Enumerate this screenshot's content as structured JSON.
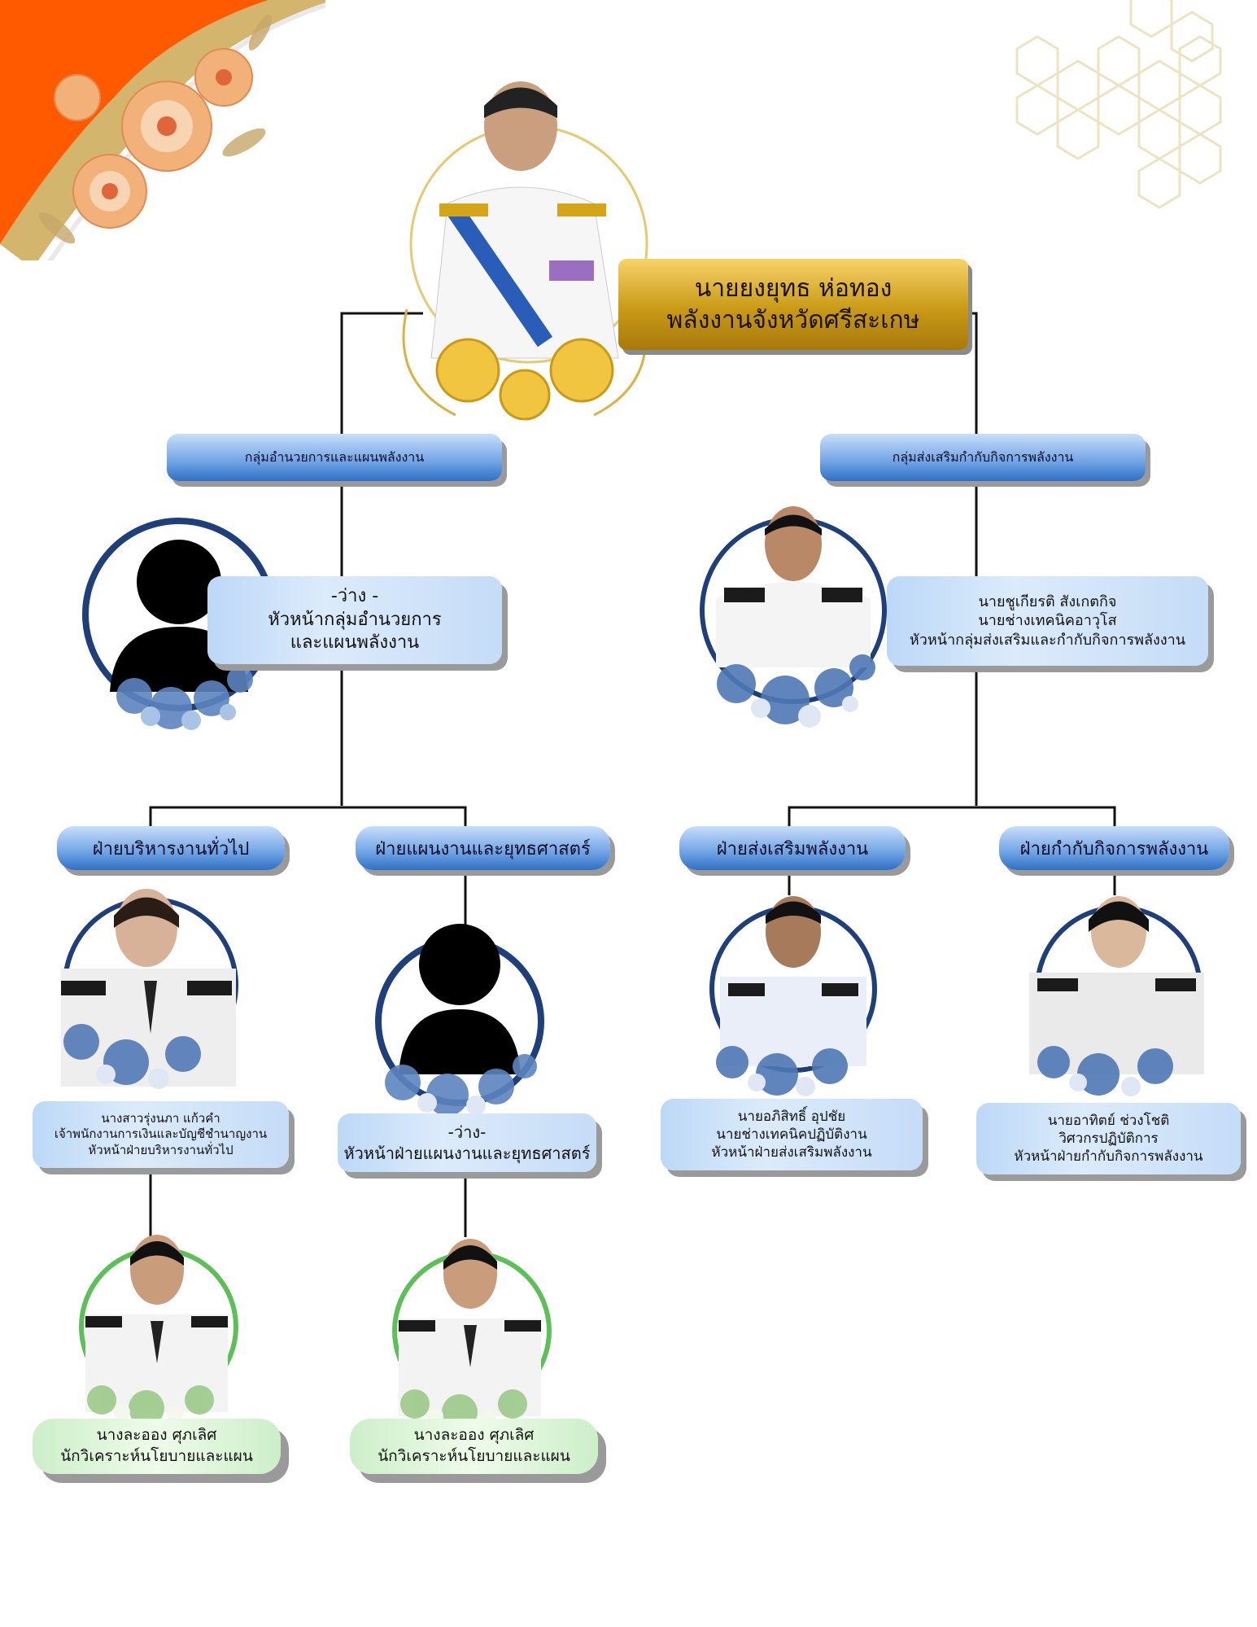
{
  "colors": {
    "accent_orange": "#ff5a00",
    "gold": "#c99a17",
    "blue_pill": "#2f6fc6",
    "card_blue": "#c5dcf7",
    "card_green": "#cdeec9",
    "line": "#111111"
  },
  "director": {
    "name": "นายยงยุทธ ห่อทอง",
    "title": "พลังงานจังหวัดศรีสะเกษ"
  },
  "groups": {
    "admin": "กลุ่มอำนวยการและแผนพลังงาน",
    "promote": "กลุ่มส่งเสริมกำกับกิจการพลังงาน"
  },
  "admin_head": {
    "line1": "-ว่าง -",
    "line2": "หัวหน้ากลุ่มอำนวยการ",
    "line3": "และแผนพลังงาน"
  },
  "promote_head": {
    "name": "นายชูเกียรติ สังเกตกิจ",
    "position": "นายช่างเทคนิคอาวุโส",
    "role": "หัวหน้ากลุ่มส่งเสริมและกำกับกิจการพลังงาน"
  },
  "divisions": {
    "general": "ฝ่ายบริหารงานทั่วไป",
    "planning": "ฝ่ายแผนงานและยุทธศาสตร์",
    "energy_promotion": "ฝ่ายส่งเสริมพลังงาน",
    "energy_regulation": "ฝ่ายกำกับกิจการพลังงาน"
  },
  "staff": {
    "general_head": {
      "name": "นางสาวรุ่งนภา แก้วคำ",
      "position": "เจ้าพนักงานการเงินและบัญชีชำนาญงาน",
      "role": "หัวหน้าฝ่ายบริหารงานทั่วไป"
    },
    "planning_head": {
      "line1": "-ว่าง-",
      "line2": "หัวหน้าฝ่ายแผนงานและยุทธศาสตร์"
    },
    "promotion_head": {
      "name": "นายอภิสิทธิ์ อุปชัย",
      "position": "นายช่างเทคนิคปฏิบัติงาน",
      "role": "หัวหน้าฝ่ายส่งเสริมพลังงาน"
    },
    "regulation_head": {
      "name": "นายอาทิตย์ ช่วงโชติ",
      "position": "วิศวกรปฏิบัติการ",
      "role": "หัวหน้าฝ่ายกำกับกิจการพลังงาน"
    },
    "general_staff": {
      "name": "นางละออง ศุภเลิศ",
      "position": "นักวิเคราะห์นโยบายและแผน"
    },
    "planning_staff": {
      "name": "นางละออง ศุภเลิศ",
      "position": "นักวิเคราะห์นโยบายและแผน"
    }
  },
  "icons": [
    "flower-corner-decoration",
    "hexagon-pattern-decoration",
    "person-silhouette-icon",
    "floral-wreath-decoration",
    "gold-rose-decoration"
  ]
}
